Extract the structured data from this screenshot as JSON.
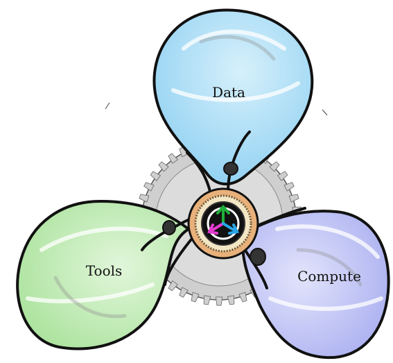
{
  "diagram": {
    "lobes": [
      {
        "id": "data",
        "label": "Data",
        "fill": "#8fd0f2",
        "highlight": "#d6f0fb"
      },
      {
        "id": "tools",
        "label": "Tools",
        "fill": "#a9e29b",
        "highlight": "#e1f6da"
      },
      {
        "id": "compute",
        "label": "Compute",
        "fill": "#a9aef0",
        "highlight": "#e2e4fb"
      }
    ],
    "hub": {
      "arrow_colors": [
        "#1fae3a",
        "#e53ad2",
        "#2aa6e8"
      ],
      "ring_color": "#e8b07a"
    },
    "gear_color": "#cfcfcf",
    "outline_color": "#111111"
  }
}
